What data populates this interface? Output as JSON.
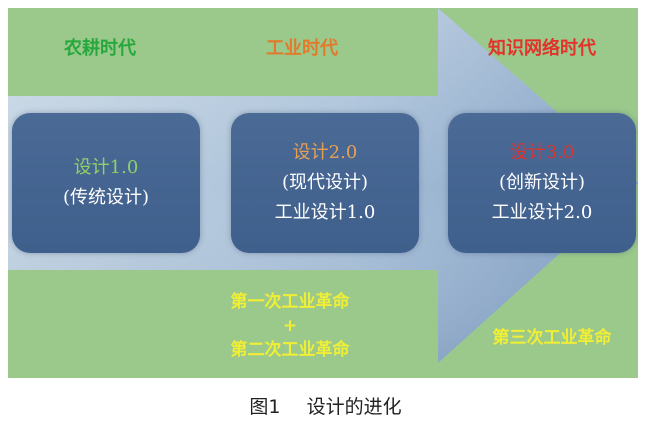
{
  "eras": [
    {
      "label": "农耕时代",
      "color": "#27a83c"
    },
    {
      "label": "工业时代",
      "color": "#e27a2a"
    },
    {
      "label": "知识网络时代",
      "color": "#e0332a"
    }
  ],
  "stages": [
    {
      "title": "设计1.0",
      "title_color": "#8fd06a",
      "lines": [
        "(传统设计)"
      ]
    },
    {
      "title": "设计2.0",
      "title_color": "#e7a052",
      "lines": [
        "(现代设计)",
        "工业设计1.0"
      ]
    },
    {
      "title": "设计3.0",
      "title_color": "#e0332a",
      "lines": [
        "(创新设计)",
        "工业设计2.0"
      ]
    }
  ],
  "revolutions": {
    "first_second": [
      "第一次工业革命",
      "+",
      "第二次工业革命"
    ],
    "third": "第三次工业革命",
    "color": "#f1ee36"
  },
  "caption": {
    "figure_number": "图1",
    "title": "设计的进化"
  },
  "colors": {
    "background": "#9bc98c",
    "box": "#4a6995",
    "box_text": "#ffffff",
    "arrow": "#a9c0dc"
  }
}
